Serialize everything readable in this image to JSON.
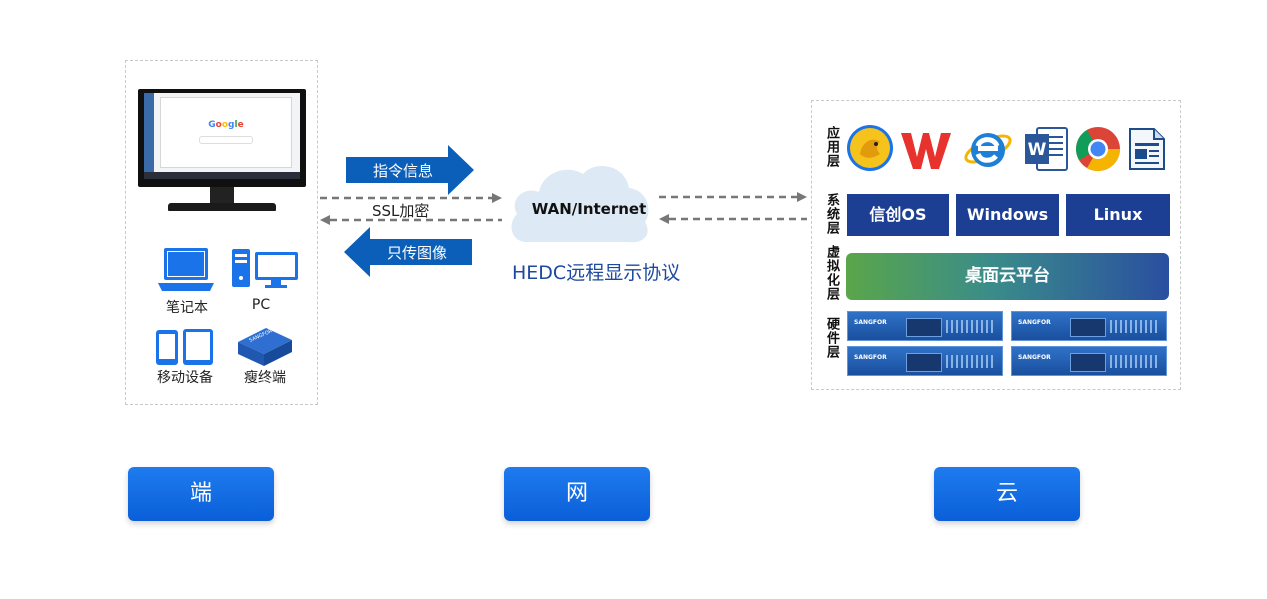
{
  "terminal": {
    "devices": {
      "laptop": "笔记本",
      "pc": "PC",
      "mobile": "移动设备",
      "thin_client": "瘦终端"
    },
    "screen_logo": "Google",
    "thin_client_brand": "SANGFOR"
  },
  "network": {
    "arrow_command": "指令信息",
    "arrow_ssl": "SSL加密",
    "arrow_image": "只传图像",
    "cloud_label": "WAN/Internet",
    "protocol": "HEDC远程显示协议"
  },
  "cloud": {
    "layers": {
      "app": "应用层",
      "system": "系统层",
      "virtual": "虚拟化层",
      "hardware": "硬件层"
    },
    "apps": [
      "app-penguin-icon",
      "wps-office-icon",
      "ie-browser-icon",
      "word-icon",
      "chrome-icon",
      "writer-icon"
    ],
    "os": [
      "信创OS",
      "Windows",
      "Linux"
    ],
    "platform": "桌面云平台",
    "server_brand": "SANGFOR"
  },
  "tags": {
    "terminal": "端",
    "network": "网",
    "cloud": "云"
  },
  "colors": {
    "tag_blue": "#0a66dd",
    "arrow_blue": "#0b5fb8",
    "os_navy": "#1c3f94",
    "protocol_blue": "#1d4aa0"
  }
}
